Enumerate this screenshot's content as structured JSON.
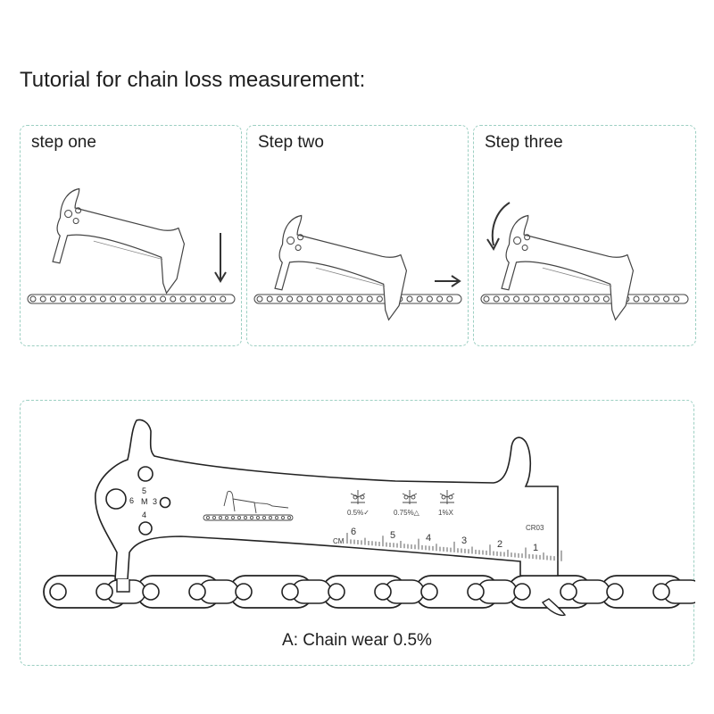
{
  "title": "Tutorial for chain loss measurement:",
  "steps": [
    {
      "label": "step one"
    },
    {
      "label": "Step two"
    },
    {
      "label": "Step three"
    }
  ],
  "tool": {
    "model": "CR03",
    "unit": "CM",
    "scale_numbers": [
      "6",
      "5",
      "4",
      "3",
      "2",
      "1"
    ],
    "holes": {
      "top": "5",
      "left": "6",
      "middle": "M",
      "right": "3",
      "bottom": "4"
    },
    "wear_indicators": [
      "0.5%✓",
      "0.75%△",
      "1%X"
    ]
  },
  "caption": "A: Chain wear 0.5%",
  "colors": {
    "border": "#9ccfc2",
    "line": "#333333"
  }
}
